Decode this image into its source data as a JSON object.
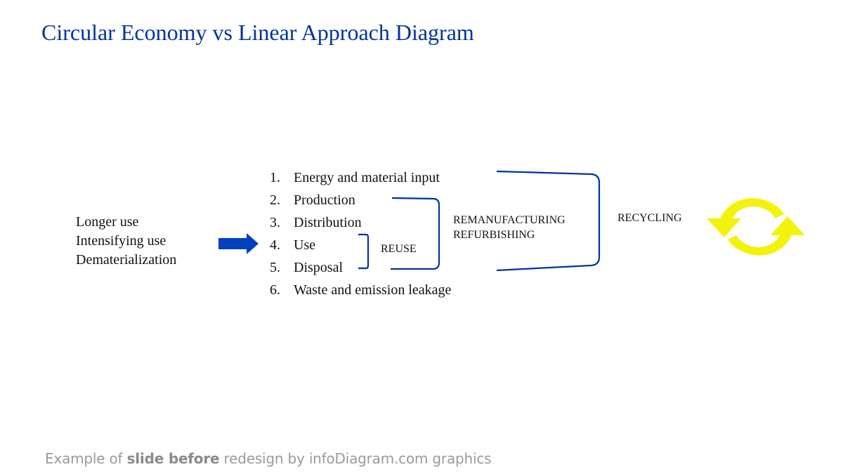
{
  "title": "Circular Economy vs Linear Approach  Diagram",
  "left_items": [
    "Longer use",
    "Intensifying use",
    "Dematerialization"
  ],
  "steps": [
    {
      "num": "1.",
      "label": "Energy and material input"
    },
    {
      "num": "2.",
      "label": "Production"
    },
    {
      "num": "3.",
      "label": "Distribution"
    },
    {
      "num": "4.",
      "label": "Use"
    },
    {
      "num": "5.",
      "label": "Disposal"
    },
    {
      "num": "6.",
      "label": "Waste and emission leakage"
    }
  ],
  "labels": {
    "reuse": "REUSE",
    "remanufacturing": "REMANUFACTURING",
    "refurbishing": "REFURBISHING",
    "recycling": "RECYCLING"
  },
  "footer": {
    "pre": "Example of ",
    "bold": "slide before",
    "post": " redesign by infoDiagram.com graphics"
  },
  "colors": {
    "title": "#0033a0",
    "bracket": "#0033a0",
    "arrow": "#0041c2",
    "recycle_icon": "#f2f20a"
  }
}
